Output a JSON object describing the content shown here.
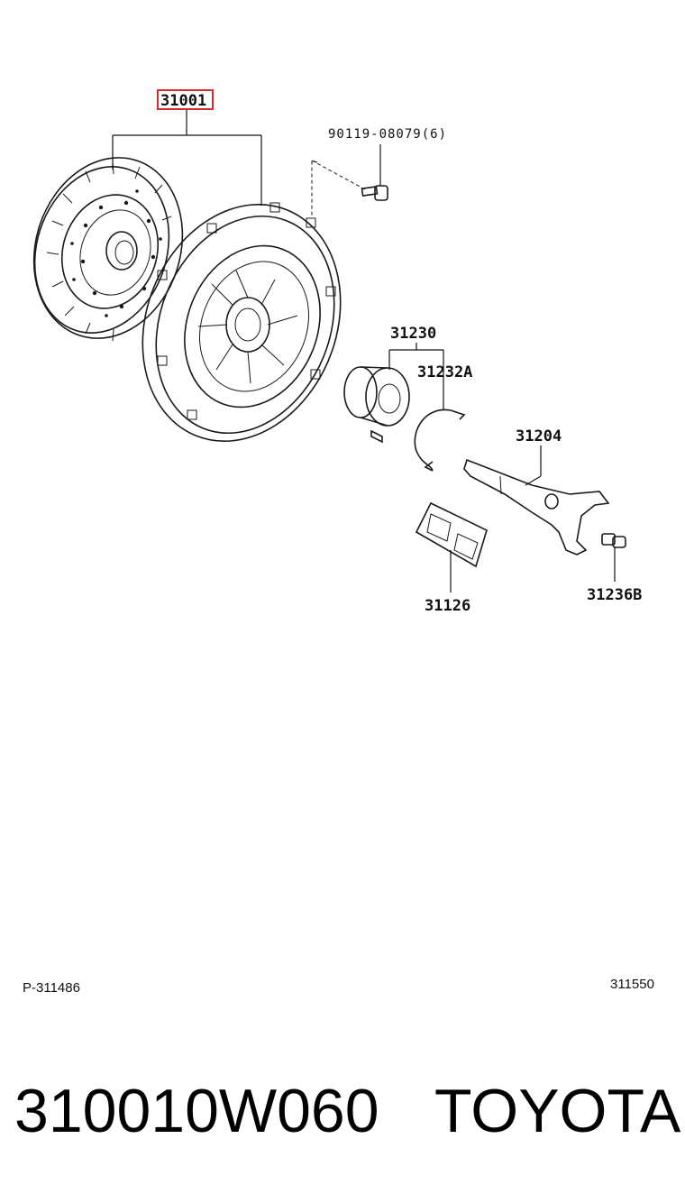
{
  "callouts": {
    "clutch_assembly": "31001",
    "bolt": "90119-08079(6)",
    "release_bearing": "31230",
    "clip": "31232A",
    "release_fork": "31204",
    "boot": "31126",
    "support": "31236B"
  },
  "highlight_color": "#d62b2b",
  "diagram_ref_left": "P-311486",
  "diagram_ref_right": "311550",
  "part_number": "310010W060",
  "brand": "TOYOTA"
}
